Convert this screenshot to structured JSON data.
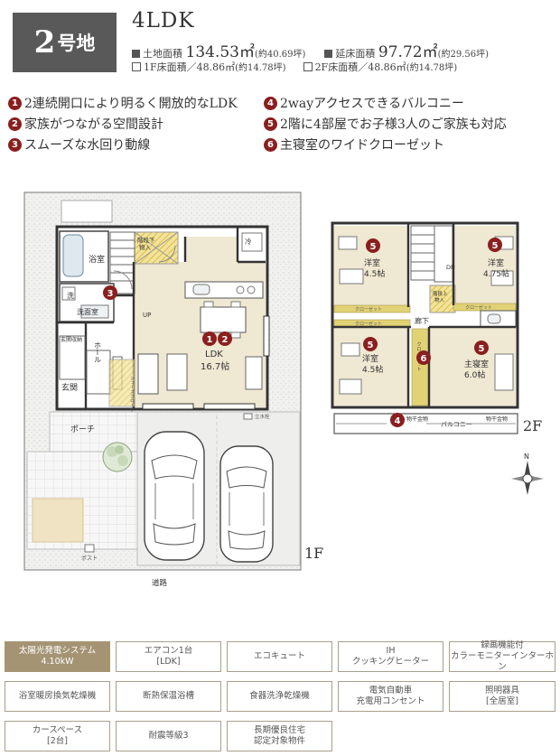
{
  "header": {
    "lot_number": "2",
    "lot_unit": "号地",
    "plan_type": "4LDK",
    "land_area_label": "土地面積",
    "land_area_value": "134.53㎡",
    "land_area_tsubo": "(約40.69坪)",
    "floor_area_label": "延床面積",
    "floor_area_value": "97.72㎡",
    "floor_area_tsubo": "(約29.56坪)",
    "floor1_label": "1F床面積／48.86㎡",
    "floor1_tsubo": "(約14.78坪)",
    "floor2_label": "2F床面積／48.86㎡",
    "floor2_tsubo": "(約14.78坪)"
  },
  "features": [
    {
      "num": "1",
      "text": "2連続開口により明るく開放的なLDK"
    },
    {
      "num": "2",
      "text": "家族がつながる空間設計"
    },
    {
      "num": "3",
      "text": "スムーズな水回り動線"
    },
    {
      "num": "4",
      "text": "2wayアクセスできるバルコニー"
    },
    {
      "num": "5",
      "text": "2階に4部屋でお子様3人のご家族も対応"
    },
    {
      "num": "6",
      "text": "主寝室のワイドクローゼット"
    }
  ],
  "plan1f": {
    "floor_label": "1F",
    "road": "道路",
    "bath": "浴室",
    "stairs_storage": "階段下\n物入",
    "fridge": "冷",
    "wash": "洗",
    "washroom": "洗面室",
    "up": "UP",
    "entry_storage": "玄関収納",
    "hall": "ホール",
    "entrance": "玄関",
    "porch": "ポーチ",
    "ldk": "LDK",
    "ldk_size": "16.7帖",
    "standing_faucet": "立水栓",
    "post": "ポスト",
    "shoes": "シューズクローク"
  },
  "plan2f": {
    "floor_label": "2F",
    "room_a": "洋室",
    "room_a_size": "4.5帖",
    "room_b": "洋室",
    "room_b_size": "4.75帖",
    "room_c": "洋室",
    "room_c_size": "4.5帖",
    "master": "主寝室",
    "master_size": "6.0帖",
    "hallway": "廊下",
    "dn": "DN",
    "stairs_storage": "階段上\n物入",
    "closet": "クローゼット",
    "balcony": "バルコニー",
    "drying_left": "物干金物",
    "drying_right": "物干金物"
  },
  "compass": "N",
  "tags": [
    {
      "line1": "太陽光発電システム",
      "line2": "4.10kW",
      "highlight": true
    },
    {
      "line1": "エアコン1台",
      "line2": "[LDK]",
      "highlight": false
    },
    {
      "line1": "エコキュート",
      "line2": "",
      "highlight": false
    },
    {
      "line1": "IH",
      "line2": "クッキングヒーター",
      "highlight": false
    },
    {
      "line1": "録画機能付",
      "line2": "カラーモニターインターホン",
      "highlight": false
    },
    {
      "line1": "浴室暖房換気乾燥機",
      "line2": "",
      "highlight": false
    },
    {
      "line1": "断熱保温浴槽",
      "line2": "",
      "highlight": false
    },
    {
      "line1": "食器洗浄乾燥機",
      "line2": "",
      "highlight": false
    },
    {
      "line1": "電気自動車",
      "line2": "充電用コンセント",
      "highlight": false
    },
    {
      "line1": "照明器具",
      "line2": "[全居室]",
      "highlight": false
    },
    {
      "line1": "カースペース",
      "line2": "[2台]",
      "highlight": false
    },
    {
      "line1": "耐震等級3",
      "line2": "",
      "highlight": false
    },
    {
      "line1": "長期優良住宅",
      "line2": "認定対象物件",
      "highlight": false
    }
  ],
  "colors": {
    "badge": "#595959",
    "marker": "#8a1f1f",
    "wood_floor": "#efe8d2",
    "stair_hatch": "#e6cf6a",
    "closet_band": "#e2d276",
    "tag_highlight": "#a59474",
    "tag_border": "#a89f8f"
  }
}
